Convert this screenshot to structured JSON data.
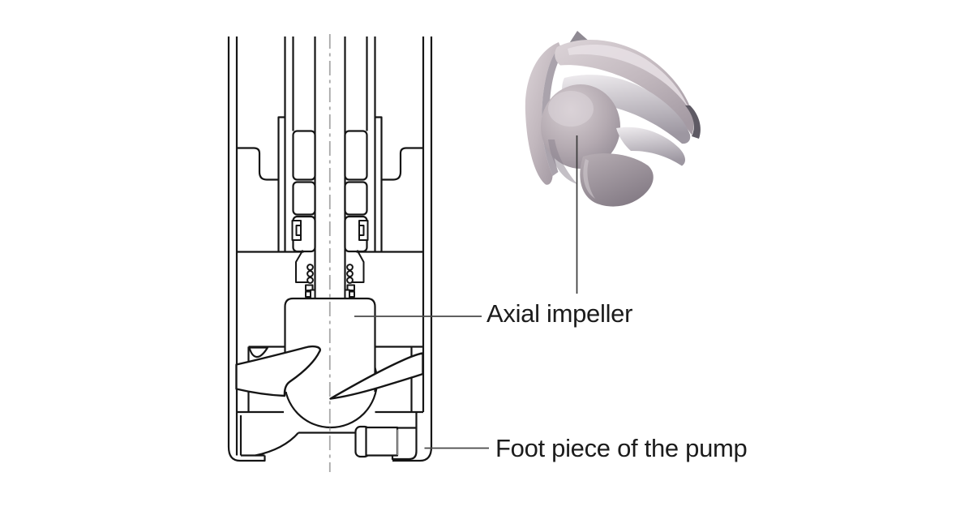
{
  "page": {
    "background_color": "#ffffff",
    "description": "Cross-section line drawing of a submersible pump stage beside a 3D render of its axial impeller"
  },
  "labels": {
    "axial_impeller": "Axial impeller",
    "foot_piece": "Foot piece of the pump"
  },
  "drawing": {
    "type": "technical-cross-section",
    "parts": [
      "pump casing",
      "drive shaft",
      "bearing stack",
      "mechanical seal",
      "axial impeller hub",
      "impeller blades",
      "foot piece"
    ]
  },
  "colors": {
    "drawing_line": "#151515",
    "centerline": "#a8a8a8",
    "leader_line": "#4a4a4a",
    "text": "#1c1c1c",
    "foot_piece_edge_gray": "#9a9a9a",
    "metal_pink_light": "#d8cfd4",
    "metal_pink_dark": "#a49aa3",
    "metal_silver_light": "#e9e6ea",
    "metal_silver_dark": "#8f8791",
    "metal_shadow": "#5e5a64",
    "background": "#ffffff"
  }
}
